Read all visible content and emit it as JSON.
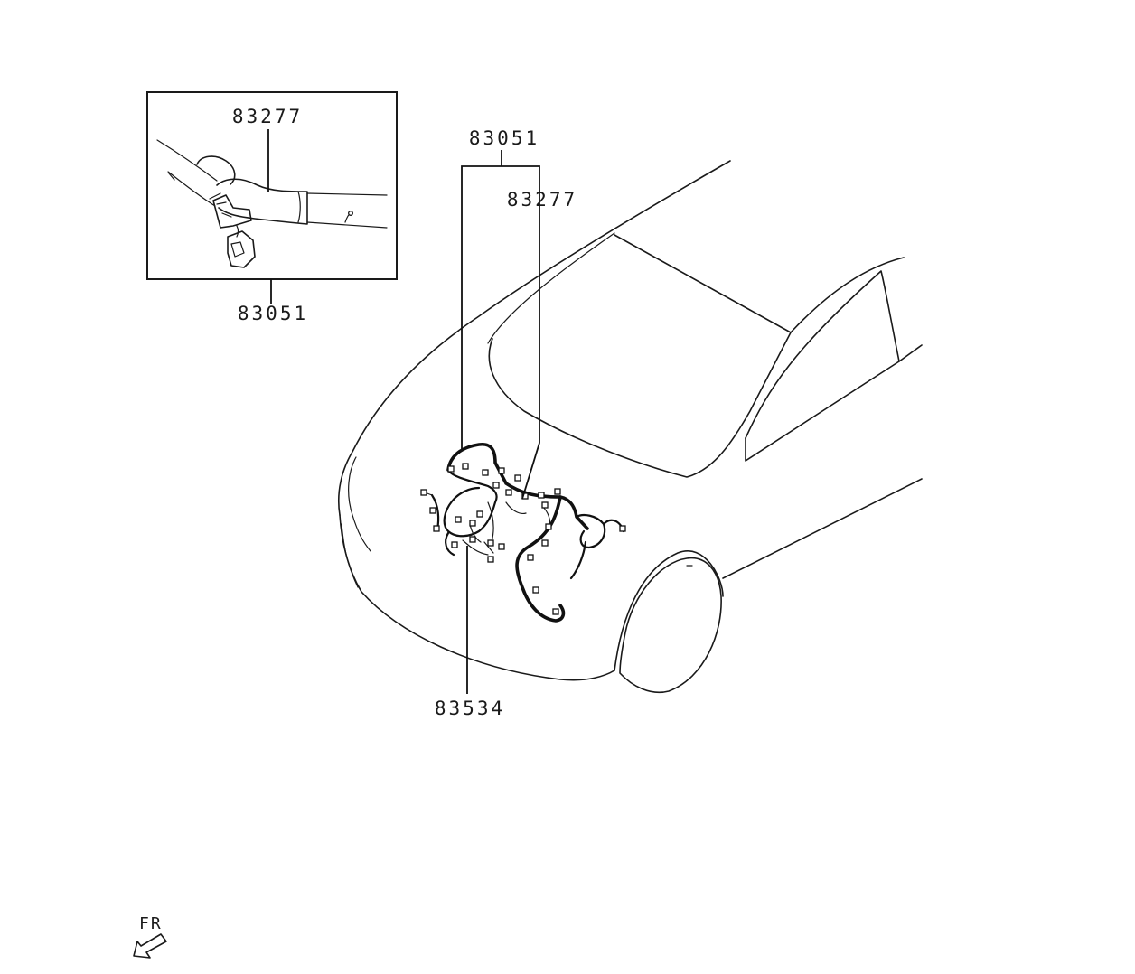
{
  "labels": {
    "inset_top": "83277",
    "inset_bottom": "83051",
    "main_top": "83051",
    "main_sub": "83277",
    "main_bottom": "83534"
  },
  "direction": {
    "text": "FR",
    "icon": "front-direction-arrow-icon"
  },
  "colors": {
    "line": "#1a1a1a",
    "background": "#ffffff"
  }
}
